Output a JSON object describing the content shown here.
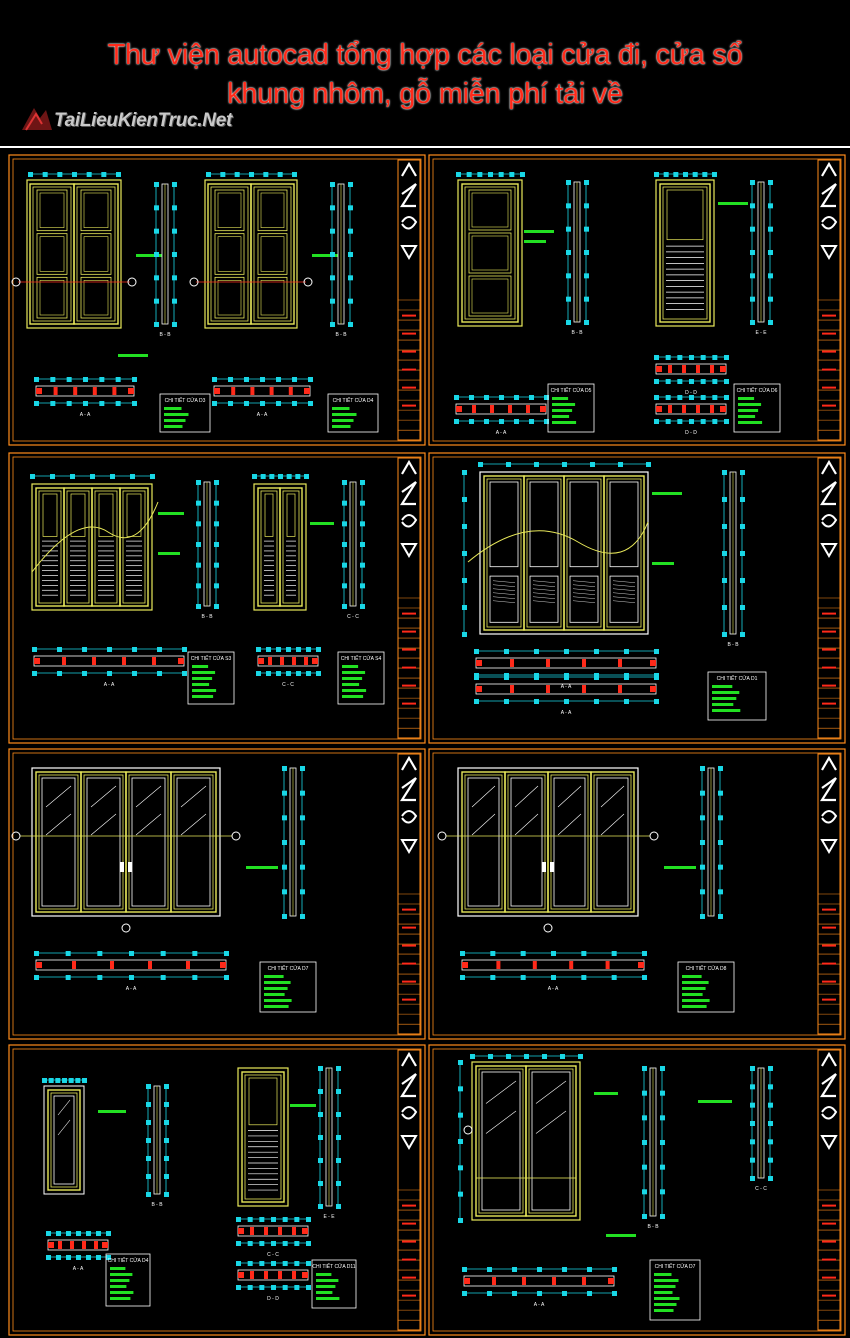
{
  "header": {
    "title_line1": "Thư viện autocad tổng hợp các loại cửa đi, cửa sổ",
    "title_line2": "khung nhôm, gỗ miễn phí tải về",
    "logo_text": "TaiLieuKienTruc.Net",
    "title_color": "#ff2a1a"
  },
  "colors": {
    "frame": "#ff8c1a",
    "door": "#e8e85a",
    "dim": "#19d7e6",
    "note": "#22e022",
    "line": "#ffffff",
    "red": "#ff2a1a",
    "background": "#000000"
  },
  "sheets": [
    {
      "id": "s1",
      "style": "panel-double",
      "sections": [
        "A - A",
        "A - A",
        "B - B",
        "B - B"
      ],
      "notes": [
        "CHI TIẾT CỬA D3",
        "CHI TIẾT CỬA D4"
      ]
    },
    {
      "id": "s2",
      "style": "panel-single",
      "sections": [
        "A - A",
        "B - B",
        "D - D",
        "E - E"
      ],
      "notes": [
        "CHI TIẾT CỬA D5",
        "CHI TIẾT CỬA D6"
      ]
    },
    {
      "id": "s3",
      "style": "louver-curve",
      "sections": [
        "A - A",
        "B - B",
        "C - C"
      ],
      "notes": [
        "CHI TIẾT CỬA S3",
        "CHI TIẾT CỬA S4"
      ]
    },
    {
      "id": "s4",
      "style": "carved-curve",
      "sections": [
        "A - A",
        "B - B"
      ],
      "notes": [
        "CHI TIẾT CỬA D1"
      ]
    },
    {
      "id": "s5",
      "style": "glass-folding",
      "sections": [
        "A - A"
      ],
      "notes": [
        "CHI TIẾT CỬA D7"
      ]
    },
    {
      "id": "s6",
      "style": "glass-folding",
      "sections": [
        "A - A"
      ],
      "notes": [
        "CHI TIẾT CỬA D8"
      ]
    },
    {
      "id": "s7",
      "style": "mixed",
      "sections": [
        "A - A",
        "B - B",
        "C - C",
        "D - D",
        "E - E"
      ],
      "notes": [
        "CHI TIẾT CỬA D4",
        "CHI TIẾT CỬA D11"
      ]
    },
    {
      "id": "s8",
      "style": "glass-double",
      "sections": [
        "A - A",
        "B - B",
        "C - C"
      ],
      "notes": [
        "CHI TIẾT CỬA D7"
      ]
    }
  ]
}
